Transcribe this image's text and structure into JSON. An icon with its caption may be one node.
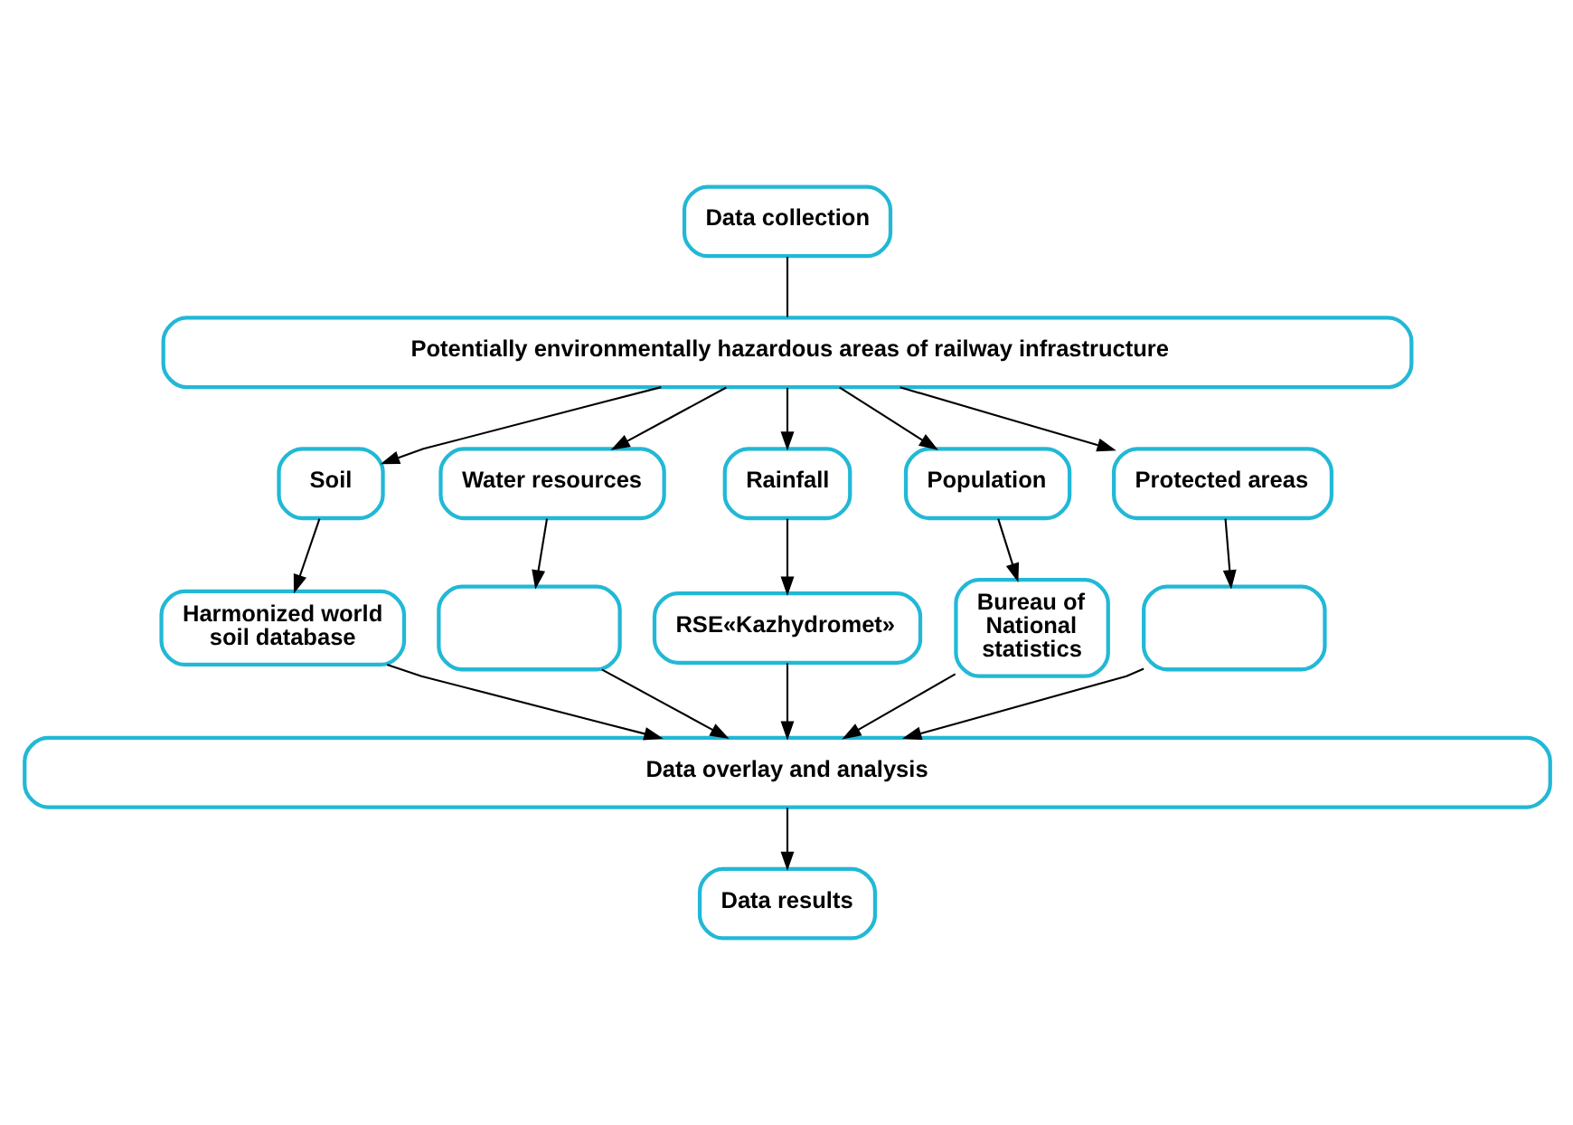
{
  "diagram": {
    "nodes": [
      {
        "text": [
          "Data collection"
        ]
      },
      {
        "text": [
          "Potentially environmentally hazardous areas of railway infrastructure"
        ]
      },
      {
        "text": [
          "Soil"
        ]
      },
      {
        "text": [
          "Water resources"
        ]
      },
      {
        "text": [
          "Rainfall"
        ]
      },
      {
        "text": [
          "Population"
        ]
      },
      {
        "text": [
          "Protected areas"
        ]
      },
      {
        "text": [
          "Harmonized world soil database"
        ]
      },
      {
        "text": [],
        "shape": "box"
      },
      {
        "text": [
          "RSE«Kazhydromet»"
        ]
      },
      {
        "text": [
          "Bureau of National statistics"
        ]
      },
      {
        "text": [],
        "shape": "box"
      },
      {
        "text": [
          "Data overlay and analysis"
        ]
      },
      {
        "text": [
          "Data results"
        ]
      }
    ],
    "edges": [
      {
        "from": 0,
        "to": 1,
        "arrow": "none"
      },
      {
        "from": 1,
        "to": 2,
        "arrow": "to"
      },
      {
        "from": 1,
        "to": 3,
        "arrow": "to"
      },
      {
        "from": 1,
        "to": 4,
        "arrow": "to"
      },
      {
        "from": 1,
        "to": 5,
        "arrow": "to"
      },
      {
        "from": 1,
        "to": 6,
        "arrow": "to"
      },
      {
        "from": 2,
        "to": 7,
        "arrow": "to"
      },
      {
        "from": 3,
        "to": 8,
        "arrow": "to"
      },
      {
        "from": 4,
        "to": 9,
        "arrow": "to"
      },
      {
        "from": 5,
        "to": 10,
        "arrow": "to"
      },
      {
        "from": 6,
        "to": 11,
        "arrow": "to"
      },
      {
        "from": 7,
        "to": 12,
        "arrow": "to"
      },
      {
        "from": 8,
        "to": 12,
        "arrow": "to"
      },
      {
        "from": 9,
        "to": 12,
        "arrow": "to"
      },
      {
        "from": 10,
        "to": 12,
        "arrow": "to"
      },
      {
        "from": 11,
        "to": 12,
        "arrow": "to"
      },
      {
        "from": 12,
        "to": 13,
        "arrow": "to"
      }
    ]
  }
}
